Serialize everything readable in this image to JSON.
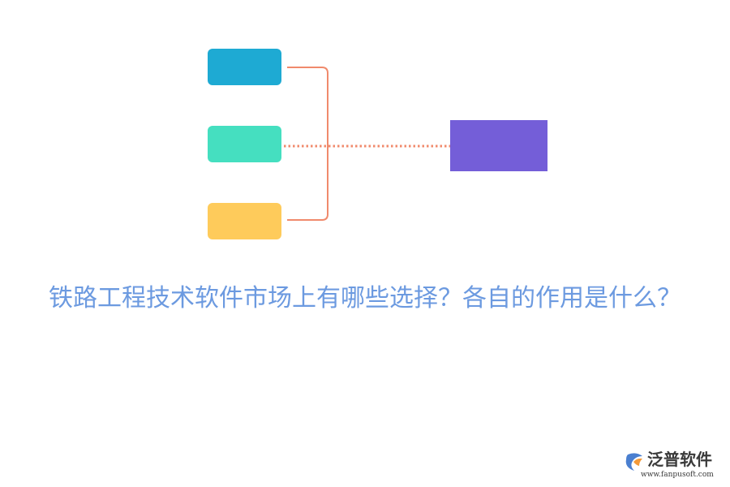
{
  "title": "铁路工程技术软件市场上有哪些选择？各自的作用是什么？",
  "diagram": {
    "source_boxes": [
      {
        "color": "#1eaad3"
      },
      {
        "color": "#45dfc0"
      },
      {
        "color": "#fecb5b"
      }
    ],
    "target_box": {
      "color": "#745ed8"
    },
    "bracket_color": "#f08a6c",
    "connector_color": "#f08a6c"
  },
  "colors": {
    "title": "#6c9ae0",
    "logo_text": "#3a3a3a",
    "logo_mark_blue": "#4a7fd0",
    "logo_mark_orange": "#f39a3a"
  },
  "logo": {
    "name": "泛普软件",
    "url": "www.fanpusoft.com",
    "icon": "fanpu-logo-icon"
  }
}
